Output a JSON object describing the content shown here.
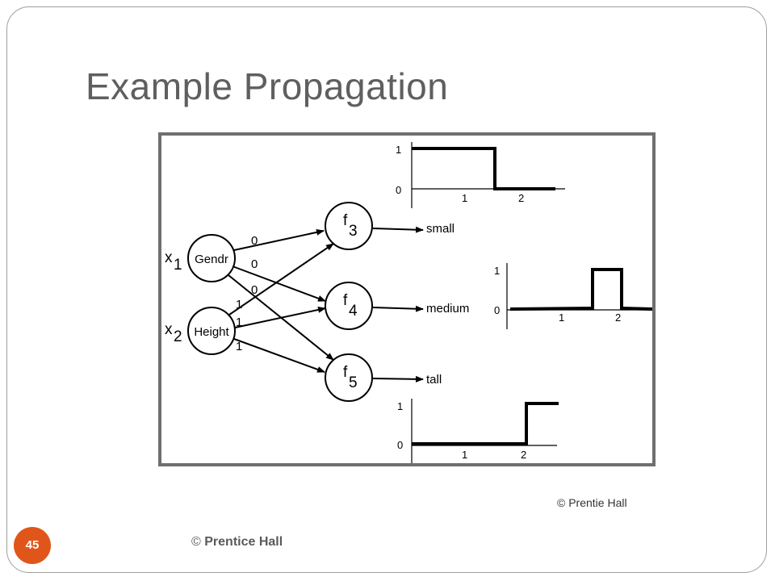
{
  "title": "Example Propagation",
  "figure_credit": "© Prentie Hall",
  "footer": {
    "symbol": "©",
    "text": "Prentice Hall"
  },
  "slide_number": "45",
  "accent_color": "#e0561a",
  "diagram": {
    "inputs": [
      {
        "var": "x",
        "sub": "1",
        "label": "Gendr"
      },
      {
        "var": "x",
        "sub": "2",
        "label": "Height"
      }
    ],
    "nodes": [
      {
        "var": "f",
        "sub": "3",
        "output": "small"
      },
      {
        "var": "f",
        "sub": "4",
        "output": "medium"
      },
      {
        "var": "f",
        "sub": "5",
        "output": "tall"
      }
    ],
    "weights": {
      "gendr": [
        "0",
        "0",
        "0"
      ],
      "height": [
        "1",
        "1",
        "1"
      ]
    },
    "plots": {
      "small": {
        "y_ticks": [
          "1",
          "0"
        ],
        "x_ticks": [
          "1",
          "2"
        ]
      },
      "medium": {
        "y_ticks": [
          "1",
          "0"
        ],
        "x_ticks": [
          "1",
          "2"
        ]
      },
      "tall": {
        "y_ticks": [
          "1",
          "0"
        ],
        "x_ticks": [
          "1",
          "2"
        ]
      }
    }
  }
}
